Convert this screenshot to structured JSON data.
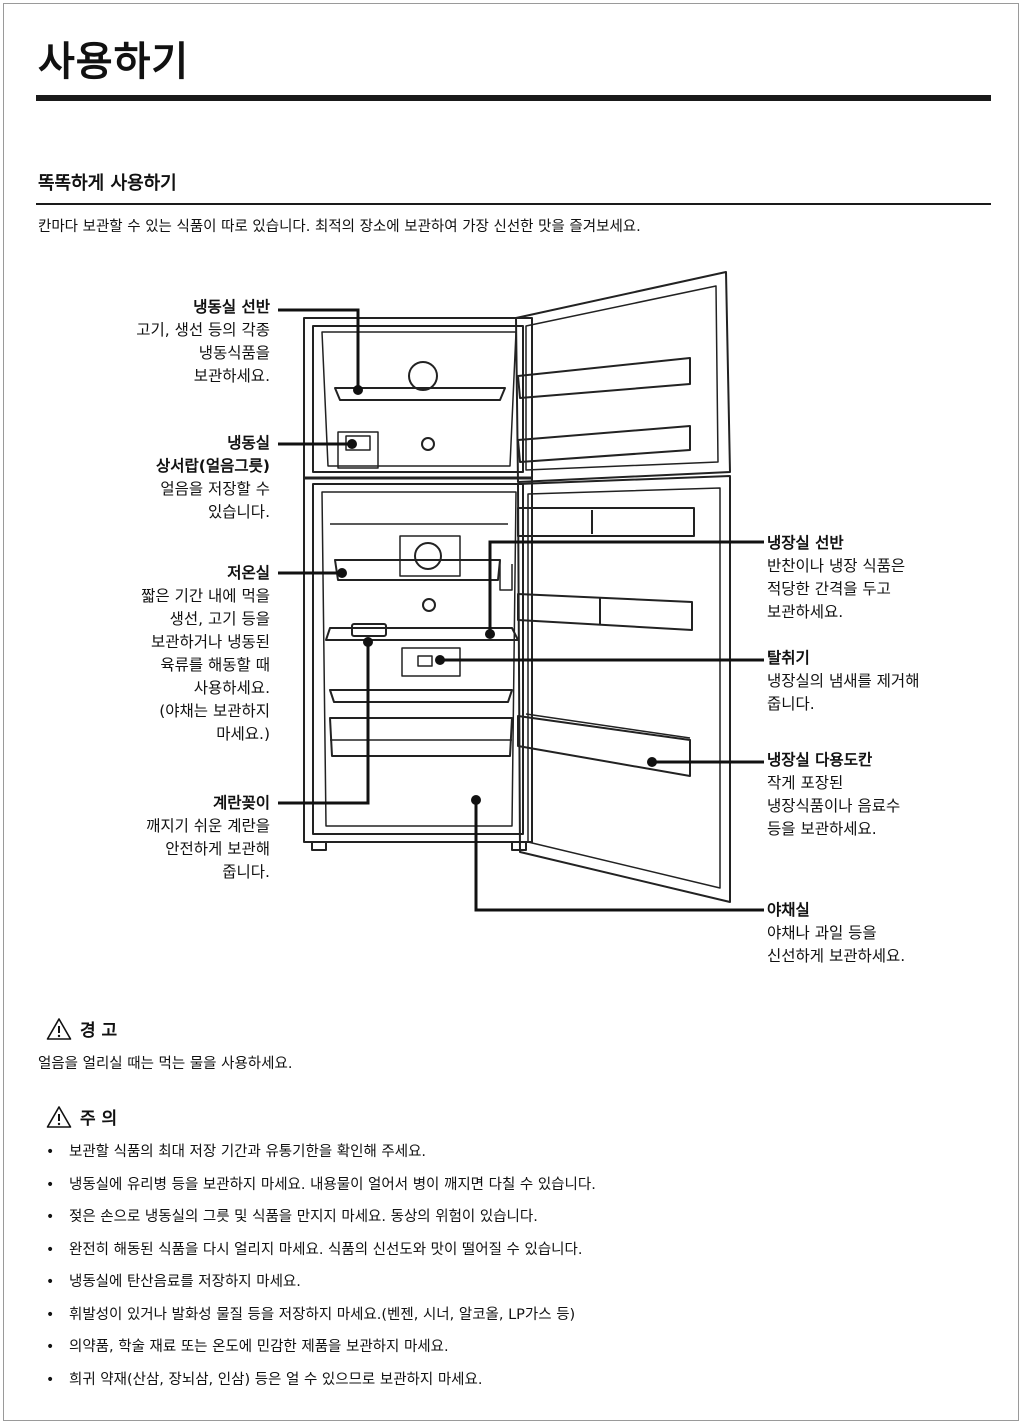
{
  "page": {
    "title": "사용하기"
  },
  "section": {
    "title": "똑똑하게 사용하기",
    "intro": "칸마다 보관할 수 있는 식품이 따로 있습니다. 최적의 장소에 보관하여 가장 신선한 맛을 즐겨보세요."
  },
  "callouts": {
    "freezer_shelf": {
      "title": "냉동실 선반",
      "desc": "고기, 생선 등의 각종\n냉동식품을\n보관하세요."
    },
    "freezer_drawer": {
      "title": "냉동실\n상서랍(얼음그릇)",
      "desc": "얼음을 저장할 수\n있습니다."
    },
    "low_temp": {
      "title": "저온실",
      "desc": "짧은 기간 내에 먹을\n생선, 고기 등을\n보관하거나 냉동된\n육류를 해동할 때\n사용하세요.\n(야채는 보관하지\n마세요.)"
    },
    "egg_holder": {
      "title": "계란꽂이",
      "desc": "깨지기 쉬운 계란을\n안전하게 보관해\n줍니다."
    },
    "fridge_shelf": {
      "title": "냉장실 선반",
      "desc": "반찬이나 냉장 식품은\n적당한 간격을 두고\n보관하세요."
    },
    "deodorizer": {
      "title": "탈취기",
      "desc": "냉장실의 냄새를 제거해\n줍니다."
    },
    "door_bin": {
      "title": "냉장실 다용도칸",
      "desc": "작게 포장된\n냉장식품이나 음료수\n등을 보관하세요."
    },
    "crisper": {
      "title": "야채실",
      "desc": "야채나 과일 등을\n신선하게 보관하세요."
    }
  },
  "warning": {
    "icon": "warning-triangle-icon",
    "label": "경 고",
    "text": "얼음을 얼리실 때는 먹는 물을 사용하세요."
  },
  "caution": {
    "icon": "warning-triangle-icon",
    "label": "주 의",
    "items": [
      "보관할 식품의 최대 저장 기간과 유통기한을 확인해 주세요.",
      "냉동실에 유리병 등을 보관하지 마세요. 내용물이 얼어서 병이 깨지면 다칠 수 있습니다.",
      "젖은 손으로 냉동실의 그릇 및 식품을 만지지 마세요. 동상의 위험이 있습니다.",
      "완전히 해동된 식품을 다시 얼리지 마세요. 식품의 신선도와 맛이 떨어질 수 있습니다.",
      "냉동실에 탄산음료를 저장하지 마세요.",
      "휘발성이 있거나 발화성 물질 등을 저장하지 마세요.(벤젠, 시너, 알코올, LP가스 등)",
      "의약품, 학술 재료 또는 온도에 민감한 제품을 보관하지 마세요.",
      "희귀 약재(산삼, 장뇌삼, 인삼) 등은 얼 수 있으므로 보관하지 마세요."
    ]
  }
}
